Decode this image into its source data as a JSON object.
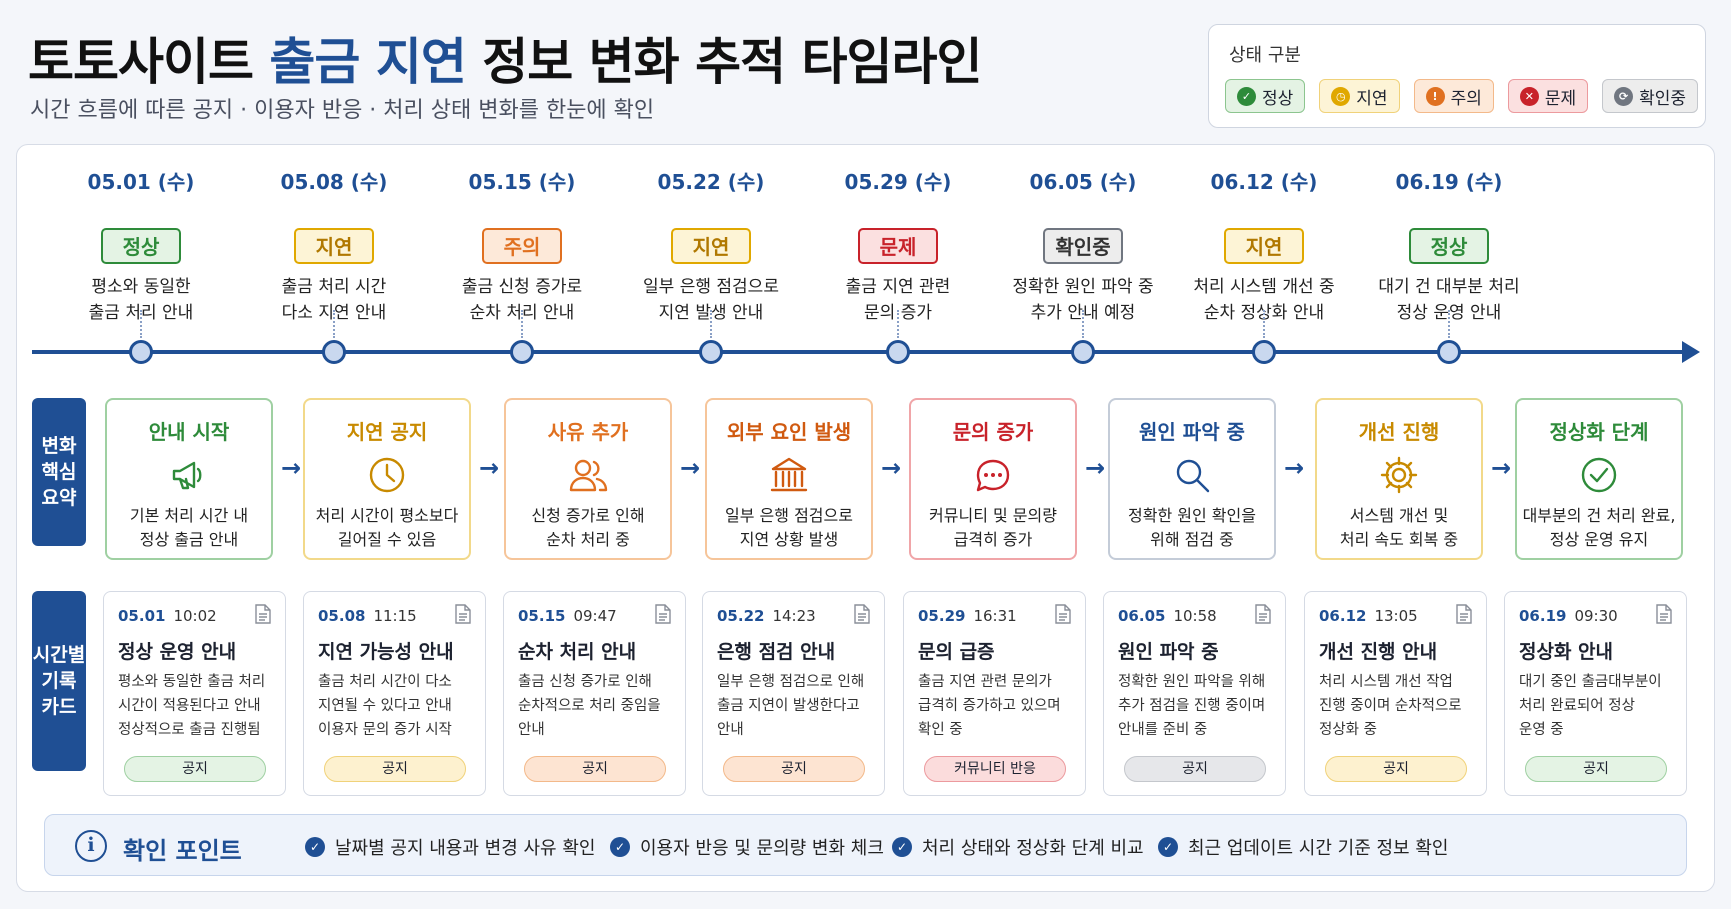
{
  "title": {
    "part1": "토토사이트 ",
    "highlight": "출금 지연",
    "part2": " 정보 변화 추적 타임라인"
  },
  "subtitle": "시간 흐름에 따른 공지 · 이용자 반응 · 처리 상태 변화를 한눈에 확인",
  "legend": {
    "title": "상태 구분",
    "items": [
      {
        "label": "정상",
        "glyph": "✓",
        "color": "#2e8b3a",
        "bg": "#e4f3e4",
        "border": "#8cc58f",
        "icon": "check-circle-icon"
      },
      {
        "label": "지연",
        "glyph": "◷",
        "color": "#e0a800",
        "bg": "#fdf4d6",
        "border": "#f0d27a",
        "icon": "clock-circle-icon"
      },
      {
        "label": "주의",
        "glyph": "!",
        "color": "#e07020",
        "bg": "#fde9d9",
        "border": "#f3b98a",
        "icon": "warning-circle-icon"
      },
      {
        "label": "문제",
        "glyph": "✕",
        "color": "#c8222a",
        "bg": "#fbe0e0",
        "border": "#ec9a9e",
        "icon": "error-circle-icon"
      },
      {
        "label": "확인중",
        "glyph": "⟳",
        "color": "#707680",
        "bg": "#ededed",
        "border": "#c4c7cc",
        "icon": "pending-circle-icon"
      }
    ]
  },
  "row_labels": {
    "summary": "변화\n핵심\n요약",
    "records": "시간별\n기록\n카드"
  },
  "timeline": [
    {
      "date": "05.01 (수)",
      "status": "정상",
      "desc": "평소와 동일한\n출금 처리 안내"
    },
    {
      "date": "05.08 (수)",
      "status": "지연",
      "desc": "출금 처리 시간\n다소 지연 안내"
    },
    {
      "date": "05.15 (수)",
      "status": "주의",
      "desc": "출금 신청 증가로\n순차 처리 안내"
    },
    {
      "date": "05.22 (수)",
      "status": "지연",
      "desc": "일부 은행 점검으로\n지연 발생 안내"
    },
    {
      "date": "05.29 (수)",
      "status": "문제",
      "desc": "출금 지연 관련\n문의 증가"
    },
    {
      "date": "06.05 (수)",
      "status": "확인중",
      "desc": "정확한 원인 파악 중\n추가 안내 예정"
    },
    {
      "date": "06.12 (수)",
      "status": "지연",
      "desc": "처리 시스템 개선 중\n순차 정상화 안내"
    },
    {
      "date": "06.19 (수)",
      "status": "정상",
      "desc": "대기 건 대부분 처리\n정상 운영 안내"
    }
  ],
  "summary": [
    {
      "title": "안내 시작",
      "icon": "megaphone-icon",
      "desc": "기본 처리 시간 내\n정상 출금 안내",
      "color": "#2e8b3a",
      "border": "#9fd0a2"
    },
    {
      "title": "지연 공지",
      "icon": "clock-icon",
      "desc": "처리 시간이 평소보다\n길어질 수 있음",
      "color": "#c88a00",
      "border": "#f2d98a"
    },
    {
      "title": "사유 추가",
      "icon": "users-icon",
      "desc": "신청 증가로 인해\n순차 처리 중",
      "color": "#e07020",
      "border": "#f6c59a"
    },
    {
      "title": "외부 요인 발생",
      "icon": "bank-icon",
      "desc": "일부 은행 점검으로\n지연 상황 발생",
      "color": "#d05a10",
      "border": "#f6c59a"
    },
    {
      "title": "문의 증가",
      "icon": "chat-icon",
      "desc": "커뮤니티 및 문의량\n급격히 증가",
      "color": "#c8222a",
      "border": "#f0a5a8"
    },
    {
      "title": "원인 파악 중",
      "icon": "search-icon",
      "desc": "정확한 원인 확인을\n위해 점검 중",
      "color": "#1f4f94",
      "border": "#c4ccd8"
    },
    {
      "title": "개선 진행",
      "icon": "gear-icon",
      "desc": "서스템 개선 및\n처리 속도 회복 중",
      "color": "#c88a00",
      "border": "#f2d98a"
    },
    {
      "title": "정상화 단계",
      "icon": "check-circle-icon",
      "desc": "대부분의 건 처리 완료,\n정상 운영 유지",
      "color": "#2e8b3a",
      "border": "#9fd0a2"
    }
  ],
  "records": [
    {
      "date": "05.01",
      "time": "10:02",
      "title": "정상 운영 안내",
      "desc": "평소와 동일한 출금 처리\n시간이 적용된다고 안내\n정상적으로 출금 진행됨",
      "tag": "공지",
      "tag_bg": "#e4f3e4",
      "tag_border": "#9fd0a2"
    },
    {
      "date": "05.08",
      "time": "11:15",
      "title": "지연 가능성 안내",
      "desc": "출금 처리 시간이 다소\n지연될 수 있다고 안내\n이용자 문의 증가 시작",
      "tag": "공지",
      "tag_bg": "#fdf1cf",
      "tag_border": "#f0d27a"
    },
    {
      "date": "05.15",
      "time": "09:47",
      "title": "순차 처리 안내",
      "desc": "출금 신청 증가로 인해\n순차적으로 처리 중임을\n안내",
      "tag": "공지",
      "tag_bg": "#fde4d2",
      "tag_border": "#f3b98a"
    },
    {
      "date": "05.22",
      "time": "14:23",
      "title": "은행 점검 안내",
      "desc": "일부 은행 점검으로 인해\n출금 지연이 발생한다고\n안내",
      "tag": "공지",
      "tag_bg": "#fde4d2",
      "tag_border": "#f3b98a"
    },
    {
      "date": "05.29",
      "time": "16:31",
      "title": "문의 급증",
      "desc": "출금 지연 관련 문의가\n급격히 증가하고 있으며\n확인 중",
      "tag": "커뮤니티 반응",
      "tag_bg": "#fbdcdc",
      "tag_border": "#ec9a9e"
    },
    {
      "date": "06.05",
      "time": "10:58",
      "title": "원인 파악 중",
      "desc": "정확한 원인 파악을 위해\n추가 점검을 진행 중이며\n안내를 준비 중",
      "tag": "공지",
      "tag_bg": "#e6e7ea",
      "tag_border": "#c4c7cc"
    },
    {
      "date": "06.12",
      "time": "13:05",
      "title": "개선 진행 안내",
      "desc": "처리 시스템 개선 작업\n진행 중이며 순차적으로\n정상화 중",
      "tag": "공지",
      "tag_bg": "#fdf1cf",
      "tag_border": "#f0d27a"
    },
    {
      "date": "06.19",
      "time": "09:30",
      "title": "정상화 안내",
      "desc": "대기 중인 출금대부분이\n처리 완료되어 정상\n운영 중",
      "tag": "공지",
      "tag_bg": "#e4f3e4",
      "tag_border": "#9fd0a2"
    }
  ],
  "checkpoints": {
    "title": "확인 포인트",
    "items": [
      "날짜별 공지 내용과 변경 사유 확인",
      "이용자 반응 및 문의량 변화 체크",
      "처리 상태와 정상화 단계 비교",
      "최근 업데이트 시간 기준 정보 확인"
    ]
  }
}
